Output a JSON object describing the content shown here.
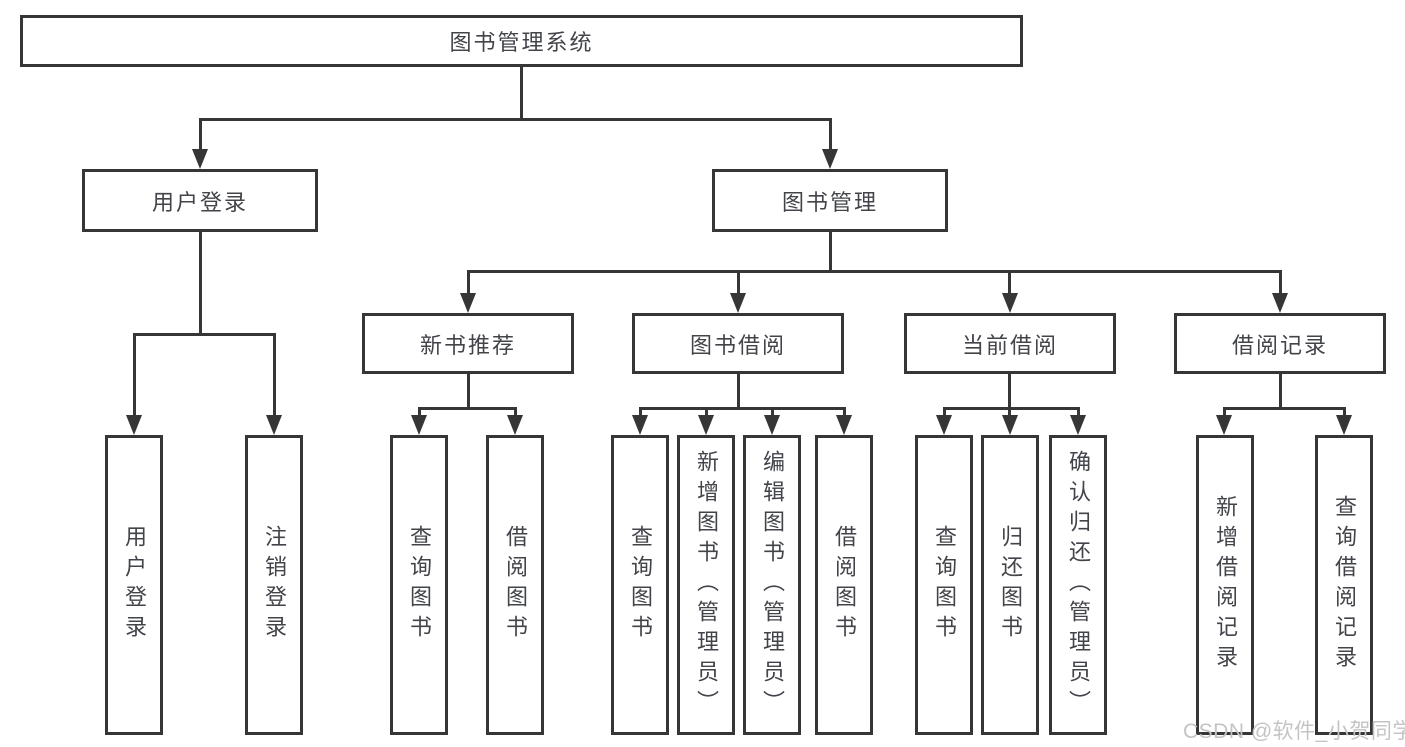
{
  "colors": {
    "line": "#363636",
    "text": "#42444a",
    "background": "#ffffff",
    "watermark": "#c4c4c4"
  },
  "watermark": {
    "text": "CSDN @软件_小贺同学"
  },
  "tree": {
    "root": {
      "label": "图书管理系统"
    },
    "children": [
      {
        "label": "用户登录",
        "children": [
          {
            "label": "用户登录"
          },
          {
            "label": "注销登录"
          }
        ]
      },
      {
        "label": "图书管理",
        "children": [
          {
            "label": "新书推荐",
            "children": [
              {
                "label": "查询图书"
              },
              {
                "label": "借阅图书"
              }
            ]
          },
          {
            "label": "图书借阅",
            "children": [
              {
                "label": "查询图书"
              },
              {
                "label": "新增图书（管理员）"
              },
              {
                "label": "编辑图书（管理员）"
              },
              {
                "label": "借阅图书"
              }
            ]
          },
          {
            "label": "当前借阅",
            "children": [
              {
                "label": "查询图书"
              },
              {
                "label": "归还图书"
              },
              {
                "label": "确认归还（管理员）"
              }
            ]
          },
          {
            "label": "借阅记录",
            "children": [
              {
                "label": "新增借阅记录"
              },
              {
                "label": "查询借阅记录"
              }
            ]
          }
        ]
      }
    ]
  }
}
